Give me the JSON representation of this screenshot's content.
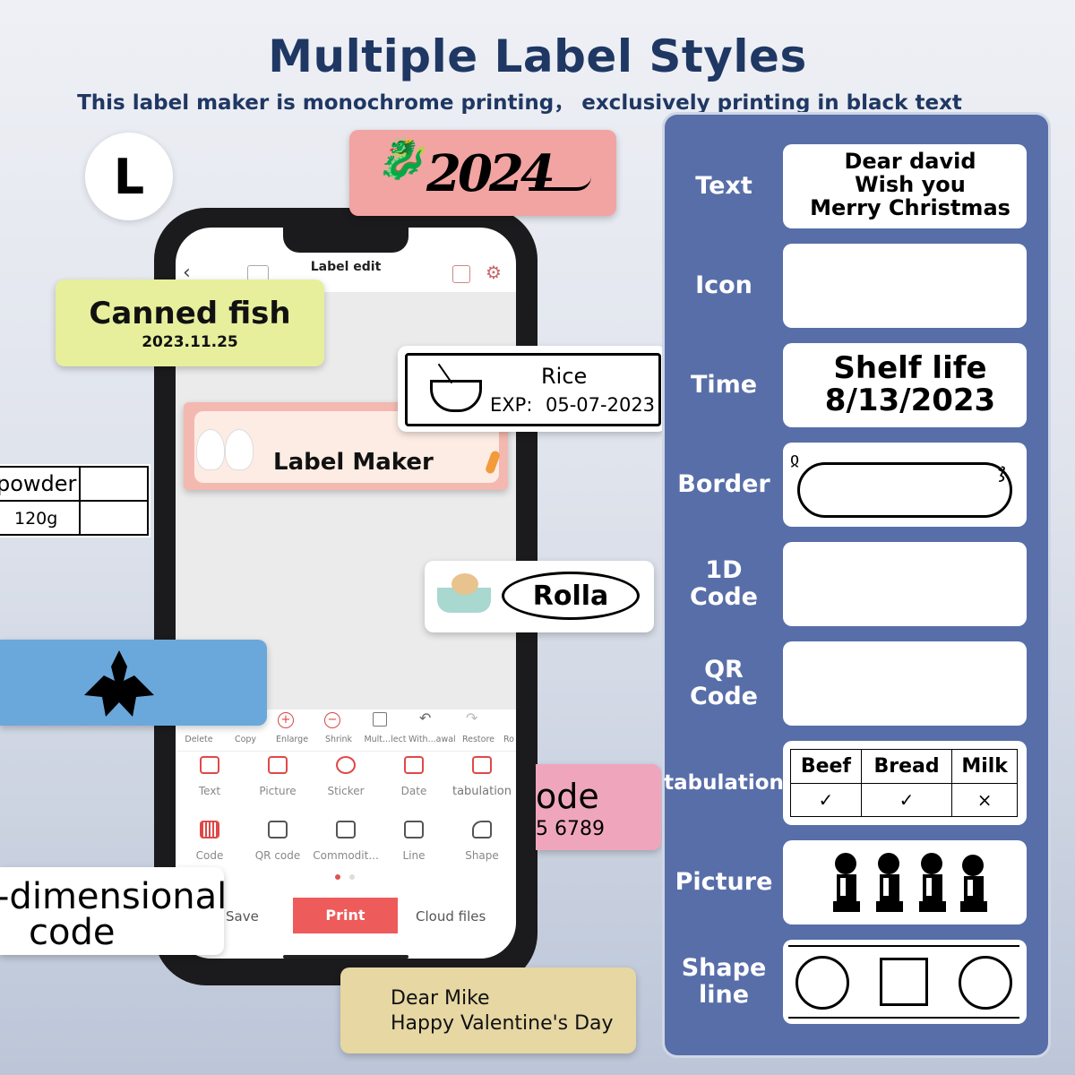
{
  "header": {
    "title": "Multiple Label Styles",
    "subtitle": "This label maker is monochrome printing， exclusively printing in black text",
    "size_badge": "L"
  },
  "labels": {
    "dragon_year": "2024",
    "canned_fish": {
      "title": "Canned fish",
      "date": "2023.11.25"
    },
    "rice": {
      "name": "Rice",
      "exp_label": "EXP:",
      "exp_value": "05-07-2023"
    },
    "label_maker": "Label Maker",
    "powder": {
      "name": "powder",
      "weight": "120g"
    },
    "rolla": "Rolla",
    "barcode": {
      "text": "ode",
      "number": "5 6789"
    },
    "two_dim": {
      "line1": "-dimensional",
      "line2": "code"
    },
    "valentine": {
      "line1": "Dear Mike",
      "line2": "Happy Valentine's Day"
    }
  },
  "app": {
    "title": "Label edit",
    "toolbar": [
      "Delete",
      "Copy",
      "Enlarge",
      "Shrink",
      "Mult...lect",
      "With...awal",
      "Restore",
      "Ro"
    ],
    "categories_row1": [
      "Text",
      "Picture",
      "Sticker",
      "Date",
      "tabulation"
    ],
    "categories_row2": [
      "Code",
      "QR code",
      "Commodit...",
      "Line",
      "Shape"
    ],
    "actions": {
      "save": "Save",
      "print": "Print",
      "cloud": "Cloud files"
    }
  },
  "panel": {
    "rows": [
      {
        "label": "Text"
      },
      {
        "label": "Icon"
      },
      {
        "label": "Time"
      },
      {
        "label": "Border"
      },
      {
        "label": "1D\nCode"
      },
      {
        "label": "QR\nCode"
      },
      {
        "label": "tabulation"
      },
      {
        "label": "Picture"
      },
      {
        "label": "Shape\nline"
      }
    ],
    "text_card": [
      "Dear david",
      "Wish you",
      "Merry Christmas"
    ],
    "time_card": [
      "Shelf life",
      "8/13/2023"
    ],
    "tab_card": {
      "headers": [
        "Beef",
        "Bread",
        "Milk"
      ],
      "marks": [
        "✓",
        "✓",
        "×"
      ]
    }
  },
  "colors": {
    "title": "#1f3763",
    "panel": "#586ea9",
    "print_button": "#ee5b5b",
    "dragon_label": "#f1a4a1",
    "fish_label": "#e7ef9c",
    "holly_label": "#6aa8dc",
    "barcode_label": "#efa6bd",
    "valentine_label": "#e6d7a3"
  }
}
